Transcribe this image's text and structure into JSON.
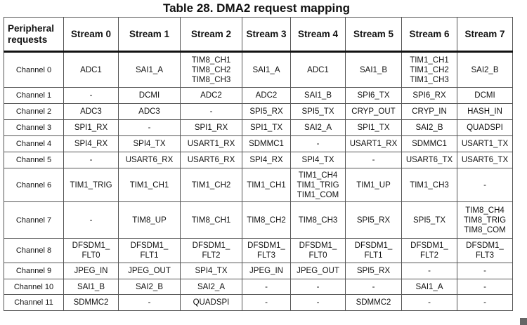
{
  "title": "Table 28. DMA2 request mapping",
  "header": [
    "Peripheral requests",
    "Stream 0",
    "Stream 1",
    "Stream 2",
    "Stream 3",
    "Stream 4",
    "Stream 5",
    "Stream 6",
    "Stream 7"
  ],
  "rows": [
    {
      "channel": "Channel 0",
      "cells": [
        "ADC1",
        "SAI1_A",
        "TIM8_CH1\nTIM8_CH2\nTIM8_CH3",
        "SAI1_A",
        "ADC1",
        "SAI1_B",
        "TIM1_CH1\nTIM1_CH2\nTIM1_CH3",
        "SAI2_B"
      ]
    },
    {
      "channel": "Channel 1",
      "cells": [
        "-",
        "DCMI",
        "ADC2",
        "ADC2",
        "SAI1_B",
        "SPI6_TX",
        "SPI6_RX",
        "DCMI"
      ]
    },
    {
      "channel": "Channel 2",
      "cells": [
        "ADC3",
        "ADC3",
        "-",
        "SPI5_RX",
        "SPI5_TX",
        "CRYP_OUT",
        "CRYP_IN",
        "HASH_IN"
      ]
    },
    {
      "channel": "Channel 3",
      "cells": [
        "SPI1_RX",
        "-",
        "SPI1_RX",
        "SPI1_TX",
        "SAI2_A",
        "SPI1_TX",
        "SAI2_B",
        "QUADSPI"
      ]
    },
    {
      "channel": "Channel 4",
      "cells": [
        "SPI4_RX",
        "SPI4_TX",
        "USART1_RX",
        "SDMMC1",
        "-",
        "USART1_RX",
        "SDMMC1",
        "USART1_TX"
      ]
    },
    {
      "channel": "Channel 5",
      "cells": [
        "-",
        "USART6_RX",
        "USART6_RX",
        "SPI4_RX",
        "SPI4_TX",
        "-",
        "USART6_TX",
        "USART6_TX"
      ]
    },
    {
      "channel": "Channel 6",
      "cells": [
        "TIM1_TRIG",
        "TIM1_CH1",
        "TIM1_CH2",
        "TIM1_CH1",
        "TIM1_CH4\nTIM1_TRIG\nTIM1_COM",
        "TIM1_UP",
        "TIM1_CH3",
        "-"
      ]
    },
    {
      "channel": "Channel 7",
      "cells": [
        "-",
        "TIM8_UP",
        "TIM8_CH1",
        "TIM8_CH2",
        "TIM8_CH3",
        "SPI5_RX",
        "SPI5_TX",
        "TIM8_CH4\nTIM8_TRIG\nTIM8_COM"
      ]
    },
    {
      "channel": "Channel 8",
      "cells": [
        "DFSDM1_\nFLT0",
        "DFSDM1_\nFLT1",
        "DFSDM1_\nFLT2",
        "DFSDM1_\nFLT3",
        "DFSDM1_\nFLT0",
        "DFSDM1_\nFLT1",
        "DFSDM1_\nFLT2",
        "DFSDM1_\nFLT3"
      ]
    },
    {
      "channel": "Channel 9",
      "cells": [
        "JPEG_IN",
        "JPEG_OUT",
        "SPI4_TX",
        "JPEG_IN",
        "JPEG_OUT",
        "SPI5_RX",
        "-",
        "-"
      ]
    },
    {
      "channel": "Channel 10",
      "cells": [
        "SAI1_B",
        "SAI2_B",
        "SAI2_A",
        "-",
        "-",
        "-",
        "SAI1_A",
        "-"
      ]
    },
    {
      "channel": "Channel 11",
      "cells": [
        "SDMMC2",
        "-",
        "QUADSPI",
        "-",
        "-",
        "SDMMC2",
        "-",
        "-"
      ]
    }
  ]
}
